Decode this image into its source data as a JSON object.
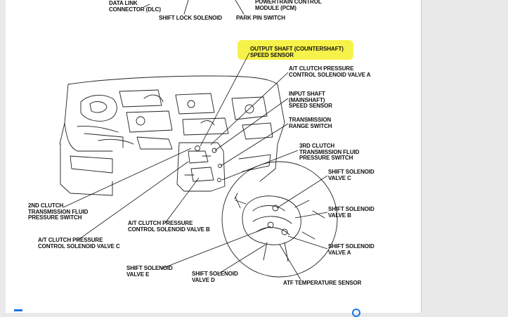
{
  "diagram": {
    "labels": {
      "dlc": "DATA LINK\nCONNECTOR (DLC)",
      "shift_lock_solenoid": "SHIFT LOCK SOLENOID",
      "pcm": "POWERTRAIN CONTROL\nMODULE (PCM)",
      "park_pin_switch": "PARK PIN SWITCH",
      "output_shaft_sensor": "OUTPUT SHAFT (COUNTERSHAFT)\nSPEED SENSOR",
      "at_clutch_valve_a": "A/T CLUTCH PRESSURE\nCONTROL SOLENOID VALVE A",
      "input_shaft_sensor": "INPUT SHAFT\n(MAINSHAFT)\nSPEED SENSOR",
      "transmission_range_switch": "TRANSMISSION\nRANGE SWITCH",
      "third_clutch_switch": "3RD CLUTCH\nTRANSMISSION FLUID\nPRESSURE SWITCH",
      "shift_solenoid_c": "SHIFT SOLENOID\nVALVE C",
      "shift_solenoid_b": "SHIFT SOLENOID\nVALVE B",
      "shift_solenoid_a": "SHIFT SOLENOID\nVALVE A",
      "second_clutch_switch": "2ND CLUTCH\nTRANSMISSION FLUID\nPRESSURE SWITCH",
      "at_clutch_valve_b": "A/T CLUTCH PRESSURE\nCONTROL SOLENOID VALVE B",
      "at_clutch_valve_c": "A/T CLUTCH PRESSURE\nCONTROL SOLENOID VALVE C",
      "shift_solenoid_e": "SHIFT SOLENOID\nVALVE E",
      "shift_solenoid_d": "SHIFT SOLENOID\nVALVE D",
      "atf_temp_sensor": "ATF TEMPERATURE SENSOR"
    },
    "colors": {
      "highlight": "#f7f24a",
      "ink": "#111111",
      "paper": "#ffffff",
      "background": "#e9e9ea",
      "accent": "#1a73e8"
    },
    "highlighted_label": "output_shaft_sensor"
  }
}
